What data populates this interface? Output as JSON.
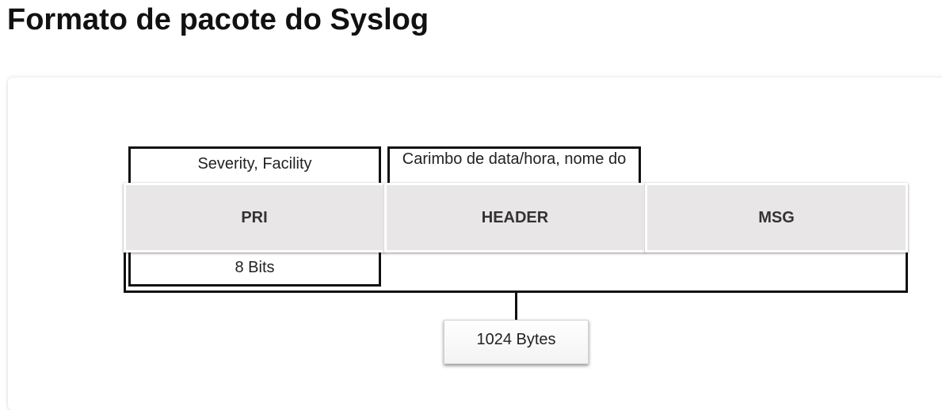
{
  "title": "Formato de pacote do Syslog",
  "diagram": {
    "fields": [
      {
        "label": "PRI"
      },
      {
        "label": "HEADER"
      },
      {
        "label": "MSG"
      }
    ],
    "annotations": {
      "pri_top": "Severity, Facility",
      "header_top": "Carimbo de data/hora, nome do",
      "pri_bottom": "8 Bits"
    },
    "total": "1024 Bytes"
  }
}
